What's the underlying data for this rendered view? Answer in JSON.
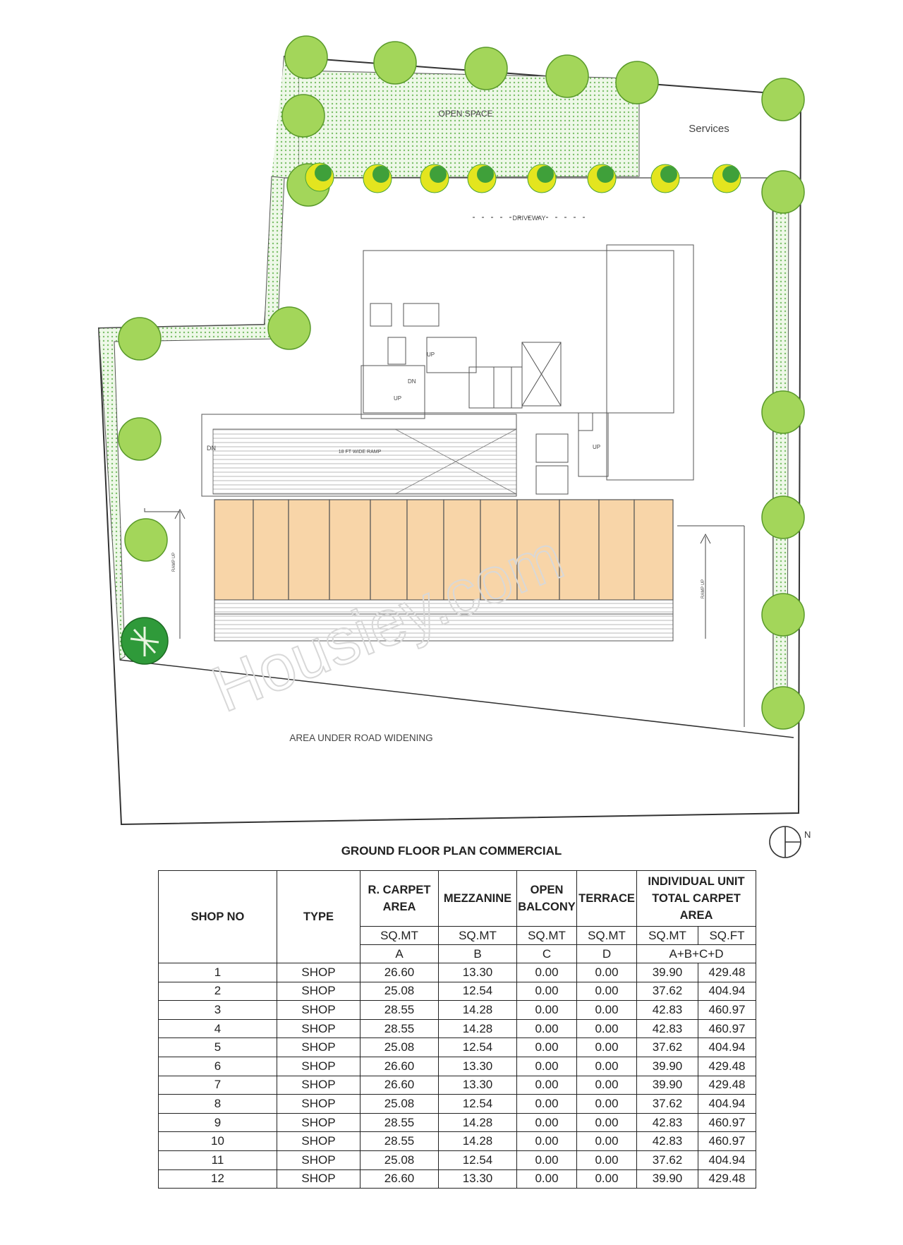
{
  "plan": {
    "labels": {
      "open_space": "OPEN SPACE",
      "services": "Services",
      "driveway": "DRIVEWAY",
      "ramp": "18 FT WIDE RAMP",
      "ramp_up_left": "RAMP UP",
      "ramp_up_right": "RAMP UP",
      "dn": "DN",
      "up1": "UP",
      "up2": "UP",
      "up3": "UP",
      "dn2": "DN",
      "road": "AREA UNDER ROAD WIDENING",
      "watermark": "Housiey.com"
    },
    "colors": {
      "shop_fill": "#f8d5a8",
      "green_strip": "#7cc06a",
      "tree": "#8fcf4a",
      "tree_accent": "#e6e21c",
      "line": "#333333"
    }
  },
  "table": {
    "title": "GROUND FLOOR PLAN COMMERCIAL",
    "headers": {
      "shop_no": "SHOP NO",
      "type": "TYPE",
      "carpet": "R. CARPET AREA",
      "mezzanine": "MEZZANINE",
      "balcony": "OPEN BALCONY",
      "terrace": "TERRACE",
      "total": "INDIVIDUAL UNIT TOTAL CARPET AREA"
    },
    "units": [
      "SQ.MT",
      "SQ.MT",
      "SQ.MT",
      "SQ.MT",
      "SQ.MT",
      "SQ.FT"
    ],
    "letters": [
      "A",
      "B",
      "C",
      "D",
      "A+B+C+D"
    ],
    "rows": [
      [
        "1",
        "SHOP",
        "26.60",
        "13.30",
        "0.00",
        "0.00",
        "39.90",
        "429.48"
      ],
      [
        "2",
        "SHOP",
        "25.08",
        "12.54",
        "0.00",
        "0.00",
        "37.62",
        "404.94"
      ],
      [
        "3",
        "SHOP",
        "28.55",
        "14.28",
        "0.00",
        "0.00",
        "42.83",
        "460.97"
      ],
      [
        "4",
        "SHOP",
        "28.55",
        "14.28",
        "0.00",
        "0.00",
        "42.83",
        "460.97"
      ],
      [
        "5",
        "SHOP",
        "25.08",
        "12.54",
        "0.00",
        "0.00",
        "37.62",
        "404.94"
      ],
      [
        "6",
        "SHOP",
        "26.60",
        "13.30",
        "0.00",
        "0.00",
        "39.90",
        "429.48"
      ],
      [
        "7",
        "SHOP",
        "26.60",
        "13.30",
        "0.00",
        "0.00",
        "39.90",
        "429.48"
      ],
      [
        "8",
        "SHOP",
        "25.08",
        "12.54",
        "0.00",
        "0.00",
        "37.62",
        "404.94"
      ],
      [
        "9",
        "SHOP",
        "28.55",
        "14.28",
        "0.00",
        "0.00",
        "42.83",
        "460.97"
      ],
      [
        "10",
        "SHOP",
        "28.55",
        "14.28",
        "0.00",
        "0.00",
        "42.83",
        "460.97"
      ],
      [
        "11",
        "SHOP",
        "25.08",
        "12.54",
        "0.00",
        "0.00",
        "37.62",
        "404.94"
      ],
      [
        "12",
        "SHOP",
        "26.60",
        "13.30",
        "0.00",
        "0.00",
        "39.90",
        "429.48"
      ]
    ]
  },
  "compass": {
    "label": "N"
  }
}
